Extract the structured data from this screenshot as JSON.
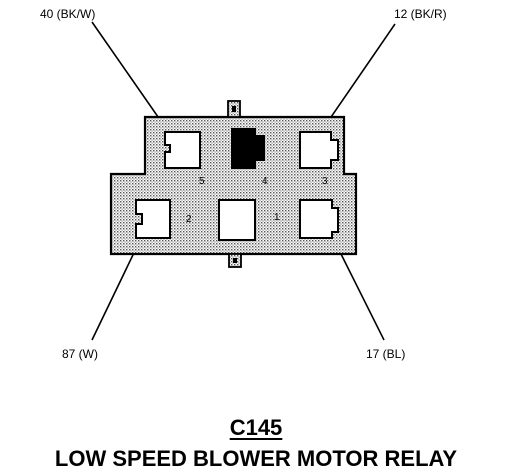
{
  "wires": {
    "top_left": "40 (BK/W)",
    "top_right": "12 (BK/R)",
    "bottom_left": "87 (W)",
    "bottom_right": "17 (BL)"
  },
  "pins": {
    "p5": "5",
    "p4": "4",
    "p3": "3",
    "p2": "2",
    "p1": "1"
  },
  "connector": {
    "code": "C145",
    "name": "LOW SPEED BLOWER MOTOR RELAY"
  },
  "colors": {
    "housing_fill": "#d9d9d9",
    "outline": "#000000",
    "filled_cavity": "#000000"
  }
}
